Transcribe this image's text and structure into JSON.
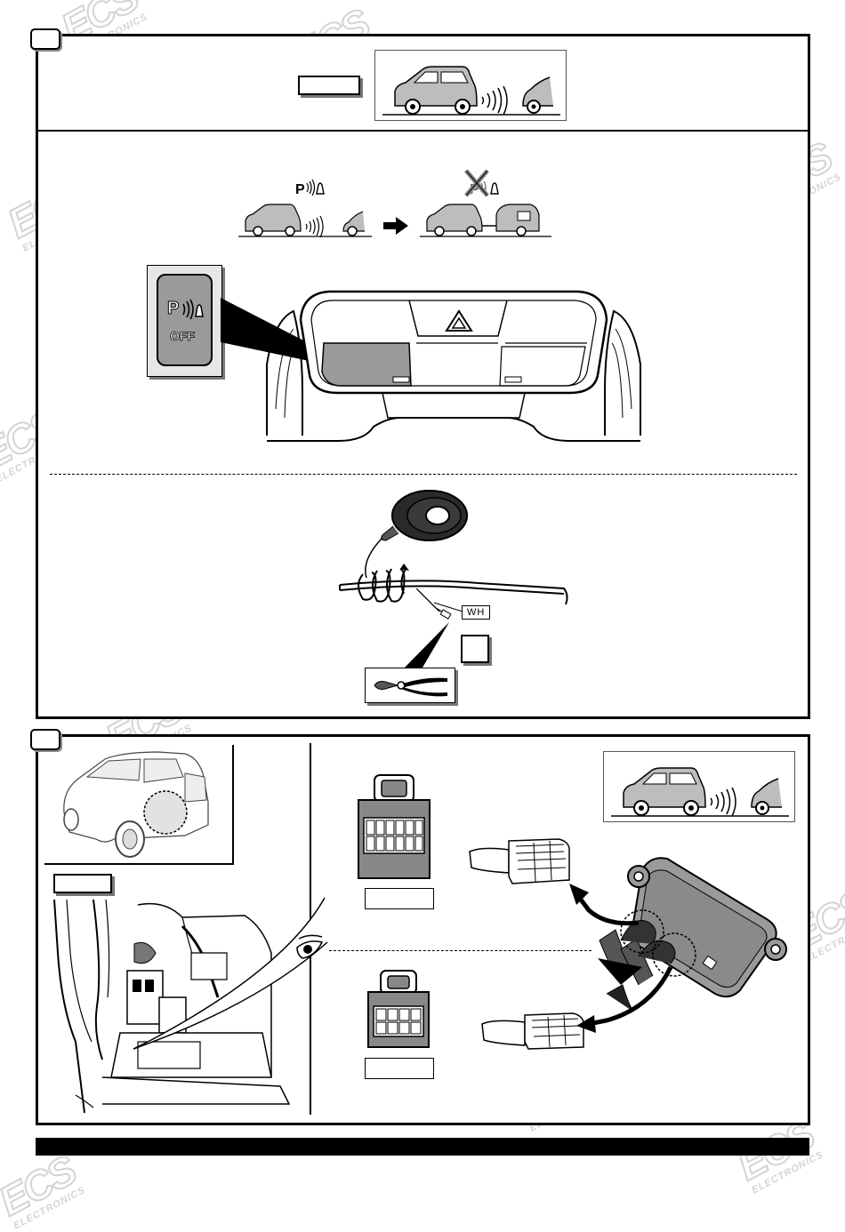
{
  "steps": {
    "step_a": {
      "number": ""
    },
    "step_b": {
      "number": ""
    }
  },
  "labels": {
    "wire_color": "WH",
    "button_text": "OFF",
    "button_symbol": "P"
  },
  "watermark": {
    "brand": "ECS",
    "sub": "ELECTRONICS"
  },
  "colors": {
    "line": "#000000",
    "button_grey": "#9a9a9a",
    "watermark": "#666666"
  },
  "icons": [
    "car-parking-sensor-icon",
    "parking-sensor-off-icon",
    "arrow-right-icon",
    "tape-roll-icon",
    "side-cutter-pliers-icon",
    "connector-12pin-icon",
    "connector-8pin-icon",
    "control-module-icon",
    "eye-icon"
  ]
}
